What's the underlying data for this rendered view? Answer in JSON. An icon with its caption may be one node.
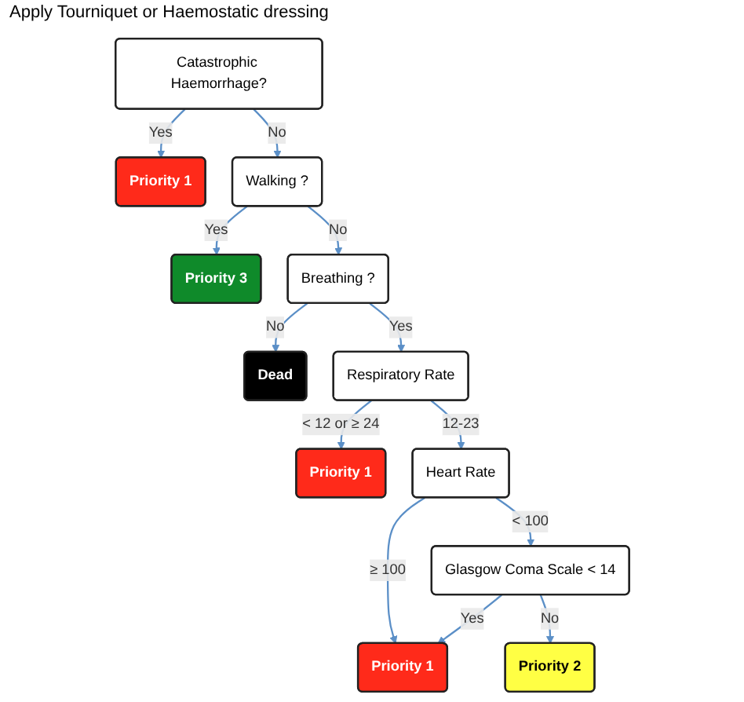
{
  "diagram": {
    "nodes": [
      {
        "text": [
          "Catastrophic Haemorrhage?"
        ]
      },
      {
        "text": [
          "Priority 1"
        ]
      },
      {
        "text": [
          "Walking ?"
        ]
      },
      {
        "text": [
          "Priority 3"
        ]
      },
      {
        "text": [
          "Breathing ?"
        ]
      },
      {
        "text": [
          "Dead"
        ]
      },
      {
        "text": [
          "Respiratory Rate"
        ]
      },
      {
        "text": [
          "Priority 1"
        ]
      },
      {
        "text": [
          "Heart Rate"
        ]
      },
      {
        "text": [
          "Priority 1"
        ]
      },
      {
        "text": [
          "Glasgow Coma Scale < 14"
        ]
      },
      {
        "text": [
          "Priority 2"
        ]
      }
    ],
    "edges": [
      {
        "from": 0,
        "to": 1,
        "arrow": "to",
        "label": "Yes"
      },
      {
        "from": 0,
        "to": 2,
        "arrow": "to",
        "label": "No"
      },
      {
        "from": 2,
        "to": 3,
        "arrow": "to",
        "label": "Yes"
      },
      {
        "from": 2,
        "to": 4,
        "arrow": "to",
        "label": "No"
      },
      {
        "from": 4,
        "to": 5,
        "arrow": "to",
        "label": "No"
      },
      {
        "from": 4,
        "to": 6,
        "arrow": "to",
        "label": "Yes"
      },
      {
        "from": 6,
        "to": 7,
        "arrow": "to",
        "label": "< 12 or ≥ 24"
      },
      {
        "from": 6,
        "to": 8,
        "arrow": "to",
        "label": "12-23"
      },
      {
        "from": 8,
        "to": 9,
        "arrow": "to",
        "label": "≥ 100"
      },
      {
        "from": 8,
        "to": 10,
        "arrow": "to",
        "label": "< 100"
      },
      {
        "from": 10,
        "to": 9,
        "arrow": "to",
        "label": "Yes"
      },
      {
        "from": 10,
        "to": 11,
        "arrow": "to",
        "label": "No"
      }
    ],
    "labels": [
      "Apply Tourniquet or Haemostatic dressing"
    ]
  }
}
